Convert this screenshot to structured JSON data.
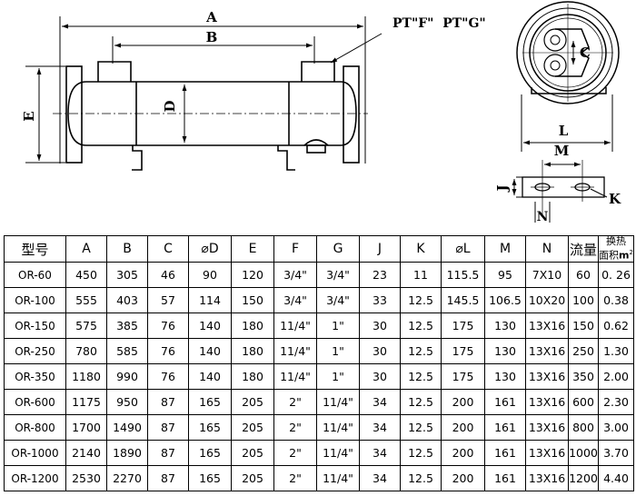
{
  "drawing": {
    "labels": {
      "a": "A",
      "b": "B",
      "c": "C",
      "d": "D",
      "e": "E",
      "l": "L",
      "m": "M",
      "j": "J",
      "n": "N",
      "k": "K",
      "ports": "PT\"F\"  PT\"G\""
    }
  },
  "table": {
    "headers": [
      "型号",
      "A",
      "B",
      "C",
      "⌀D",
      "E",
      "F",
      "G",
      "J",
      "K",
      "⌀L",
      "M",
      "N",
      "流量"
    ],
    "area_header": {
      "line1": "换热",
      "line2": "面积",
      "unit": "m",
      "sup": "2"
    },
    "rows": [
      [
        "OR-60",
        "450",
        "305",
        "46",
        "90",
        "120",
        "3/4\"",
        "3/4\"",
        "23",
        "11",
        "115.5",
        "95",
        "7X10",
        "60",
        "0. 26"
      ],
      [
        "OR-100",
        "555",
        "403",
        "57",
        "114",
        "150",
        "3/4\"",
        "3/4\"",
        "33",
        "12.5",
        "145.5",
        "106.5",
        "10X20",
        "100",
        "0.38"
      ],
      [
        "OR-150",
        "575",
        "385",
        "76",
        "140",
        "180",
        "11/4\"",
        "1\"",
        "30",
        "12.5",
        "175",
        "130",
        "13X16",
        "150",
        "0.62"
      ],
      [
        "OR-250",
        "780",
        "585",
        "76",
        "140",
        "180",
        "11/4\"",
        "1\"",
        "30",
        "12.5",
        "175",
        "130",
        "13X16",
        "250",
        "1.30"
      ],
      [
        "OR-350",
        "1180",
        "990",
        "76",
        "140",
        "180",
        "11/4\"",
        "1\"",
        "30",
        "12.5",
        "175",
        "130",
        "13X16",
        "350",
        "2.00"
      ],
      [
        "OR-600",
        "1175",
        "950",
        "87",
        "165",
        "205",
        "2\"",
        "11/4\"",
        "34",
        "12.5",
        "200",
        "161",
        "13X16",
        "600",
        "2.30"
      ],
      [
        "OR-800",
        "1700",
        "1490",
        "87",
        "165",
        "205",
        "2\"",
        "11/4\"",
        "34",
        "12.5",
        "200",
        "161",
        "13X16",
        "800",
        "3.00"
      ],
      [
        "OR-1000",
        "2140",
        "1890",
        "87",
        "165",
        "205",
        "2\"",
        "11/4\"",
        "34",
        "12.5",
        "200",
        "161",
        "13X16",
        "1000",
        "3.70"
      ],
      [
        "OR-1200",
        "2530",
        "2270",
        "87",
        "165",
        "205",
        "2\"",
        "11/4\"",
        "34",
        "12.5",
        "200",
        "161",
        "13X16",
        "1200",
        "4.40"
      ]
    ]
  }
}
